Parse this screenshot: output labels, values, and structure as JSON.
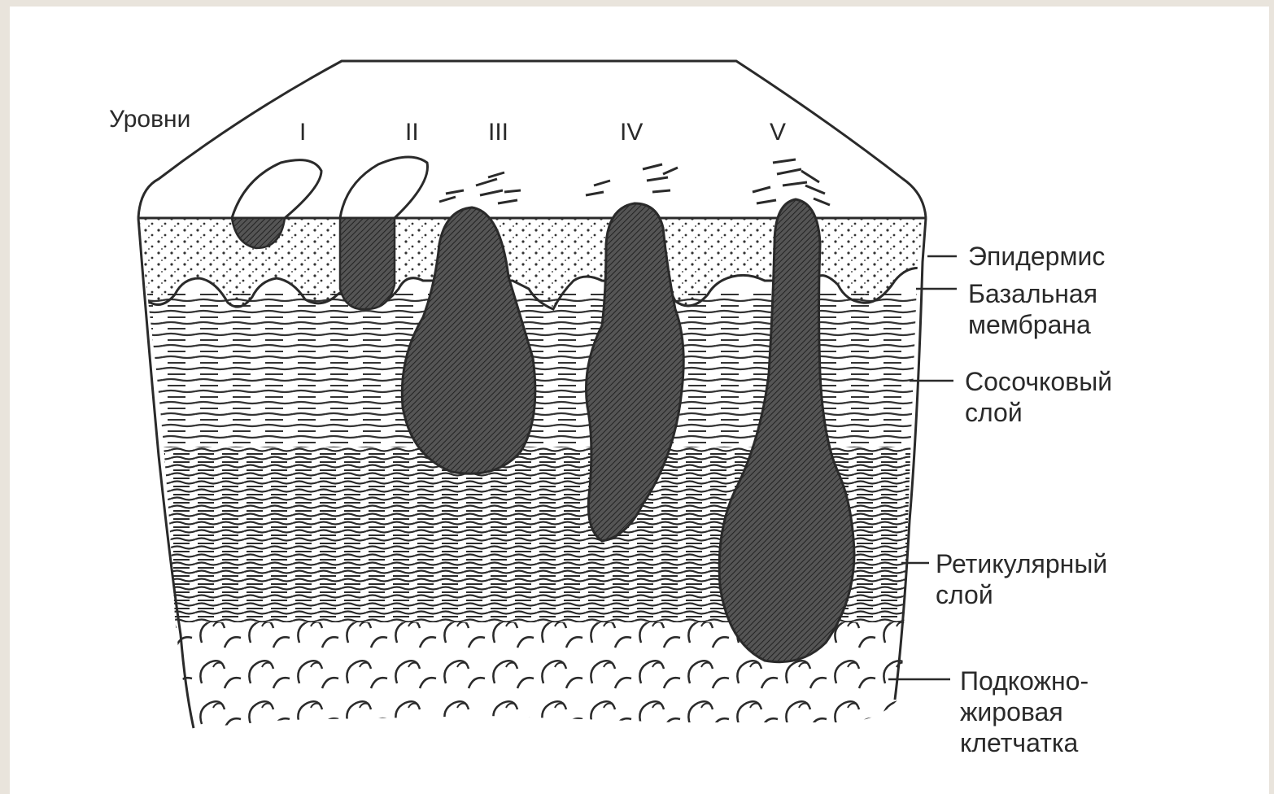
{
  "levels_title": "Уровни",
  "levels": [
    "I",
    "II",
    "III",
    "IV",
    "V"
  ],
  "labels": {
    "epidermis": "Эпидермис",
    "basal_1": "Базальная",
    "basal_2": "мембрана",
    "papillary_1": "Сосочковый",
    "papillary_2": "слой",
    "reticular_1": "Ретикулярный",
    "reticular_2": "слой",
    "subcutis_1": "Подкожно-",
    "subcutis_2": "жировая",
    "subcutis_3": "клетчатка"
  },
  "colors": {
    "background": "#e9e4dc",
    "panel": "#ffffff",
    "ink": "#2a2a2a",
    "tumor": "#4a4a4a"
  }
}
